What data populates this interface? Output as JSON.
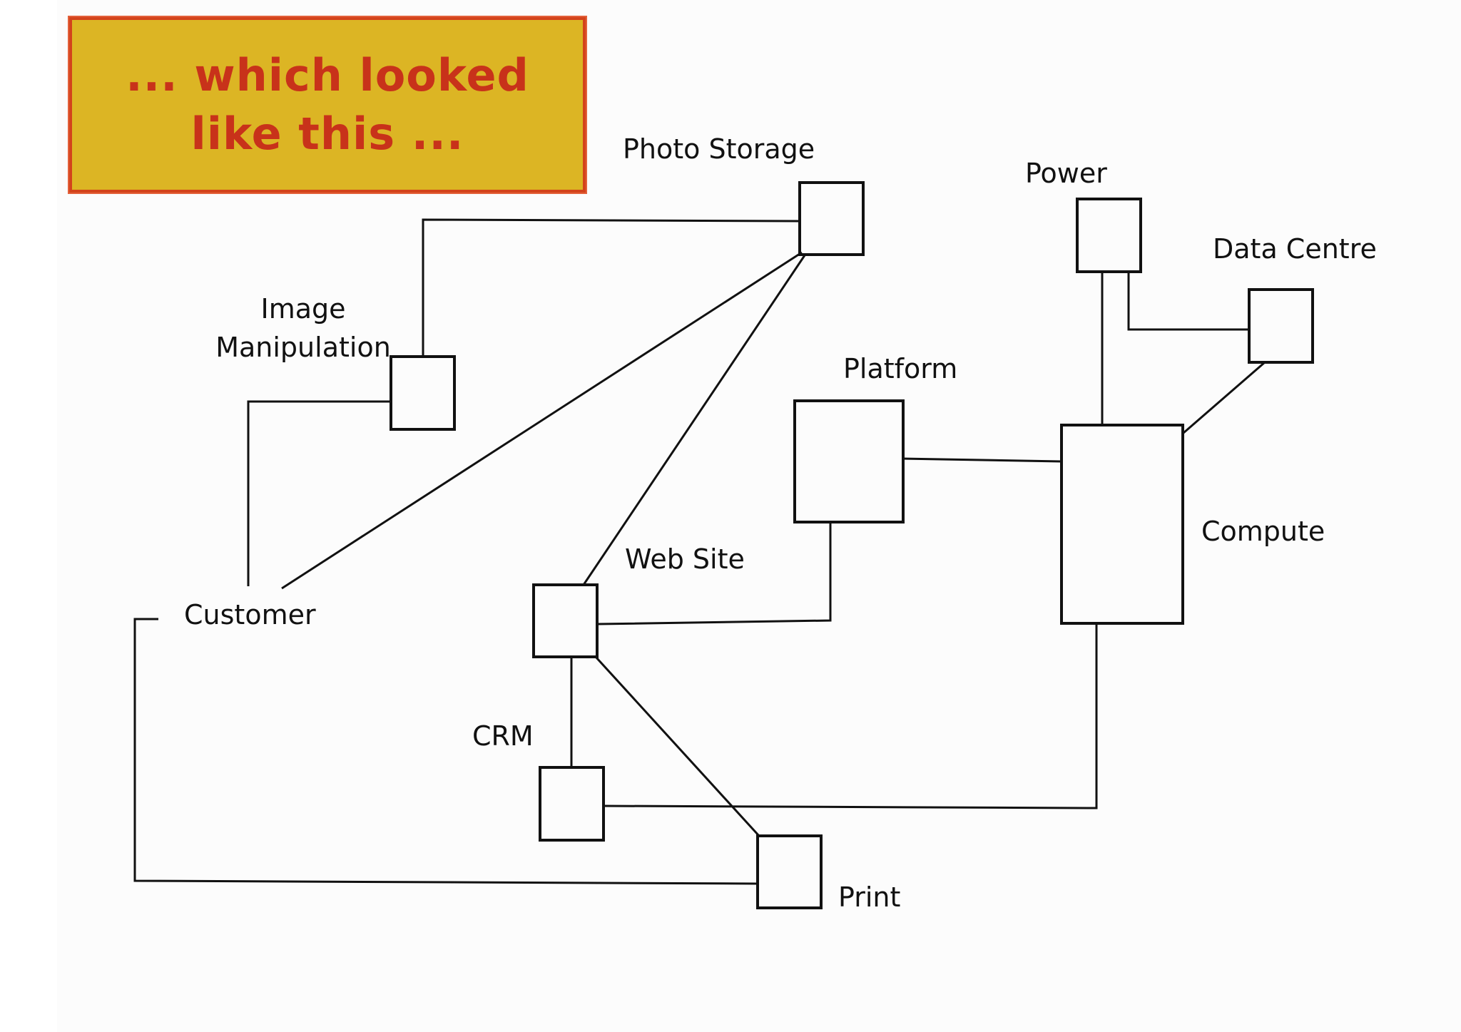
{
  "callout": {
    "text": "... which looked like this ..."
  },
  "colors": {
    "callout_fill": "#dcb524",
    "callout_border": "#d3431c",
    "callout_text": "#c8321a",
    "ink": "#111111"
  },
  "nodes": {
    "photo_storage": "Photo Storage",
    "image_manipulation_line1": "Image",
    "image_manipulation_line2": "Manipulation",
    "customer": "Customer",
    "web_site": "Web Site",
    "crm": "CRM",
    "print": "Print",
    "platform": "Platform",
    "power": "Power",
    "data_centre": "Data Centre",
    "compute": "Compute"
  }
}
